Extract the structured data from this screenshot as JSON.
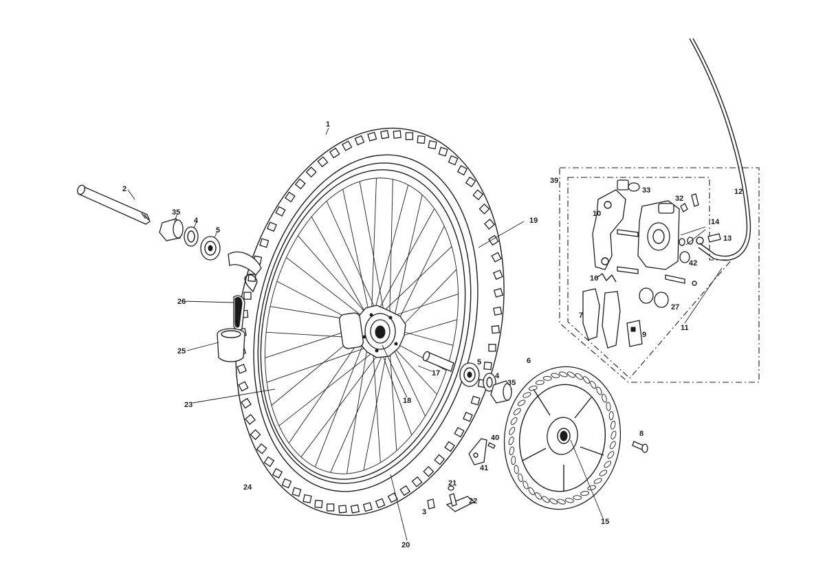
{
  "labels": {
    "l1": "1",
    "l2": "2",
    "l3": "3",
    "l4a": "4",
    "l4b": "4",
    "l5a": "5",
    "l5b": "5",
    "l6": "6",
    "l7": "7",
    "l8": "8",
    "l9": "9",
    "l10": "10",
    "l11": "11",
    "l12": "12",
    "l13": "13",
    "l14": "14",
    "l15": "15",
    "l16": "16",
    "l17": "17",
    "l18": "18",
    "l19": "19",
    "l20": "20",
    "l21": "21",
    "l22": "22",
    "l23": "23",
    "l24": "24",
    "l25": "25",
    "l26": "26",
    "l27": "27",
    "l32": "32",
    "l33": "33",
    "l35a": "35",
    "l35b": "35",
    "l39": "39",
    "l40": "40",
    "l41": "41",
    "l42": "42"
  }
}
